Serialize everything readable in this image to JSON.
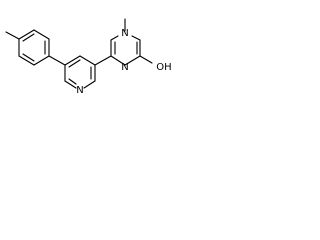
{
  "molecule": {
    "labels": {
      "pyrimidine_n_top": "N",
      "pyrimidine_n_bottom": "N",
      "pyridine_n": "N",
      "hydroxyl": "OH"
    },
    "colors": {
      "bond": "#000000",
      "text": "#000000",
      "background": "#ffffff"
    }
  }
}
